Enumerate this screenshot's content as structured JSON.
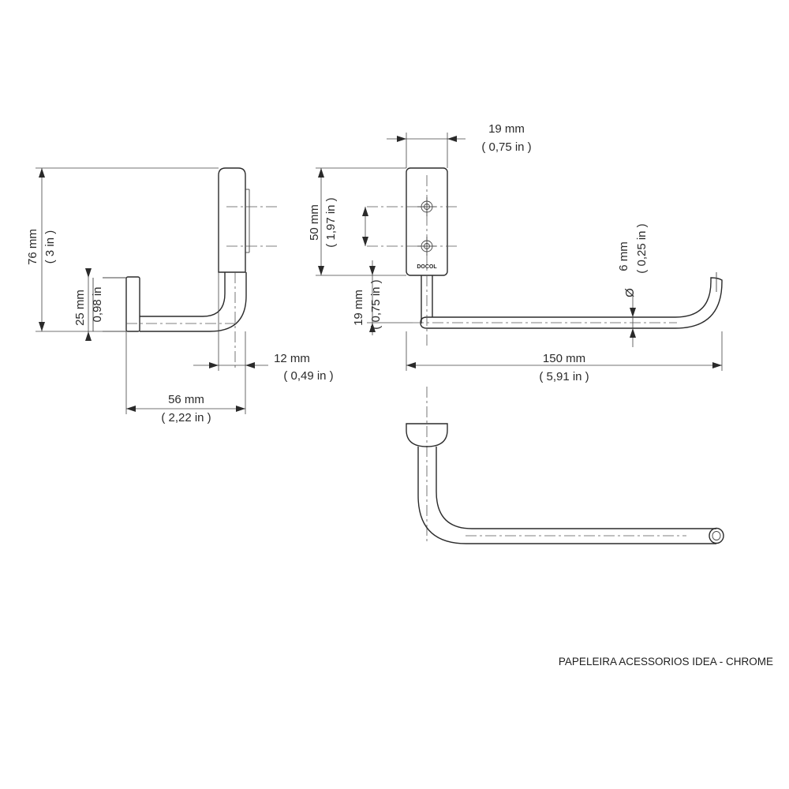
{
  "side_view": {
    "height_mm": "76 mm",
    "height_in": "( 3 in )",
    "bar_height_mm": "25 mm",
    "bar_height_in": "0,98 in",
    "depth_mm": "56 mm",
    "depth_in": "( 2,22 in )",
    "plate_mm": "12 mm",
    "plate_in": "( 0,49 in )"
  },
  "front_view": {
    "width_mm": "19 mm",
    "width_in": "( 0,75 in )",
    "spacing_mm": "50 mm",
    "spacing_in": "( 1,97 in )",
    "offset_mm": "19 mm",
    "offset_in": "( 0,75 in )",
    "diameter_mm": "6 mm",
    "diameter_in": "( 0,25 in )",
    "diameter_symbol": "Ø",
    "length_mm": "150 mm",
    "length_in": "( 5,91 in )",
    "brand_mark": "DOCOL"
  },
  "caption": "PAPELEIRA ACESSORIOS IDEA - CHROME"
}
